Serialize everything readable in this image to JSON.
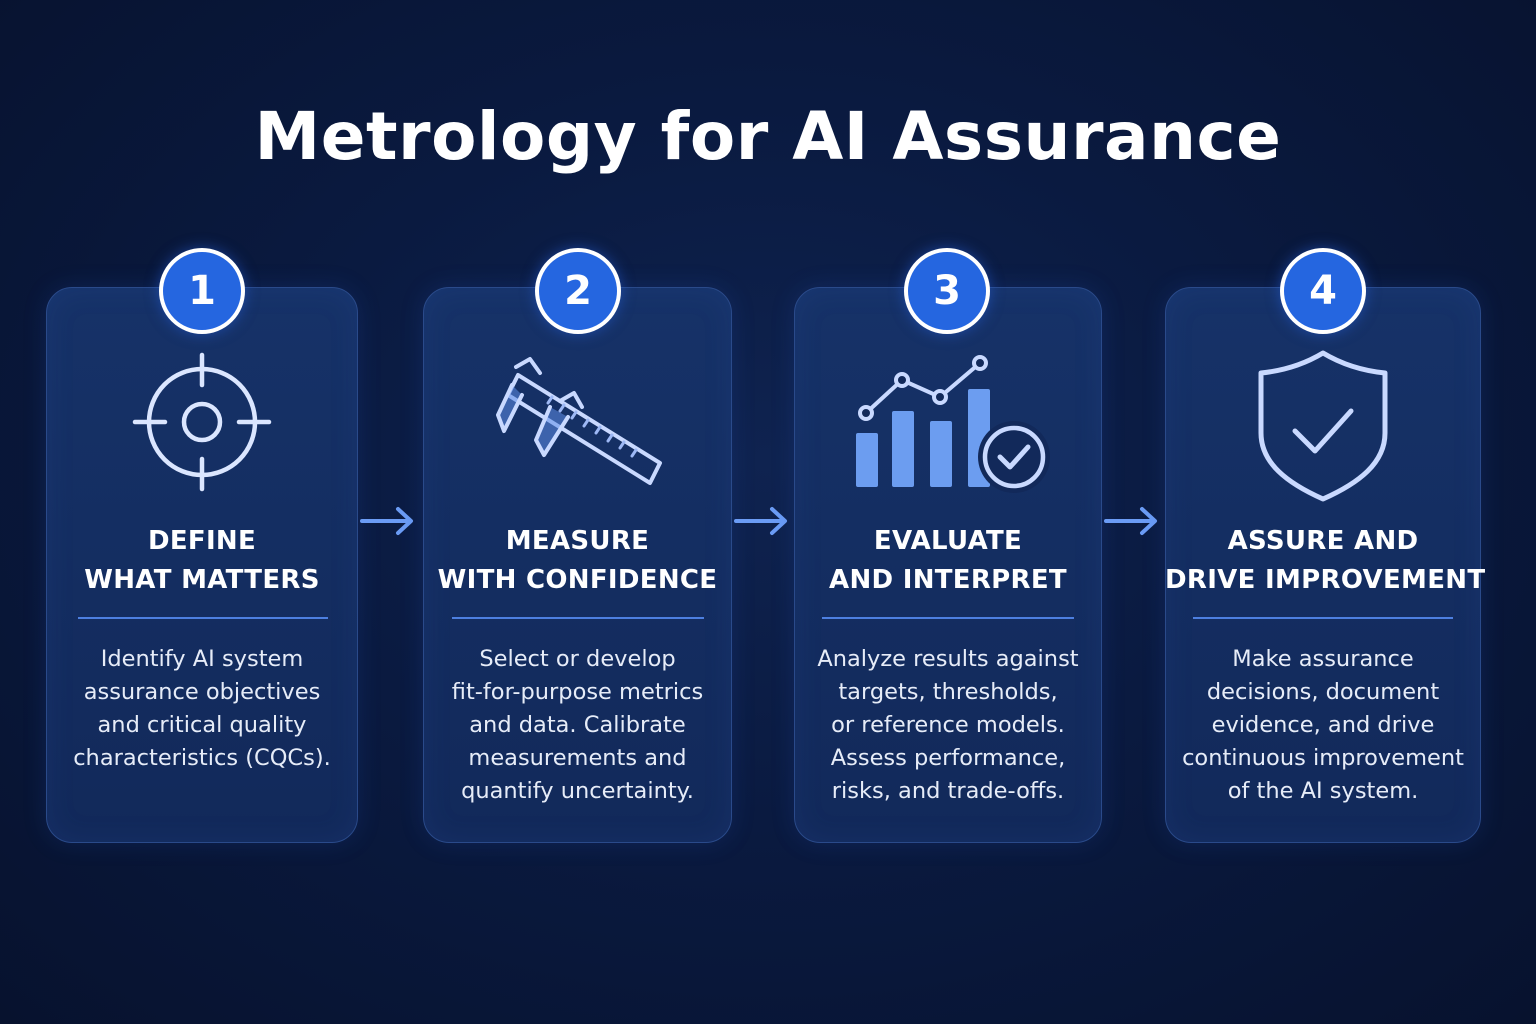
{
  "title": "Metrology for AI Assurance",
  "colors": {
    "background": "#0a1a40",
    "card": "#14306a",
    "badge": "#2566e0",
    "accent": "#6b9cf5",
    "divider": "#4d7fe0"
  },
  "steps": [
    {
      "number": "1",
      "icon": "target-crosshair-icon",
      "heading": [
        "DEFINE",
        "WHAT MATTERS"
      ],
      "description": [
        "Identify AI system",
        "assurance objectives",
        "and critical quality",
        "characteristics (CQCs)."
      ]
    },
    {
      "number": "2",
      "icon": "caliper-icon",
      "heading": [
        "MEASURE",
        "WITH CONFIDENCE"
      ],
      "description": [
        "Select or develop",
        "fit-for-purpose metrics",
        "and data. Calibrate",
        "measurements and",
        "quantify uncertainty."
      ]
    },
    {
      "number": "3",
      "icon": "chart-check-icon",
      "heading": [
        "EVALUATE",
        "AND INTERPRET"
      ],
      "description": [
        "Analyze results against",
        "targets, thresholds,",
        "or reference models.",
        "Assess performance,",
        "risks, and trade-offs."
      ]
    },
    {
      "number": "4",
      "icon": "shield-check-icon",
      "heading": [
        "ASSURE AND",
        "DRIVE IMPROVEMENT"
      ],
      "description": [
        "Make assurance",
        "decisions, document",
        "evidence, and drive",
        "continuous improvement",
        "of the AI system."
      ]
    }
  ],
  "arrows": [
    "arrow-right-icon",
    "arrow-right-icon",
    "arrow-right-icon"
  ]
}
